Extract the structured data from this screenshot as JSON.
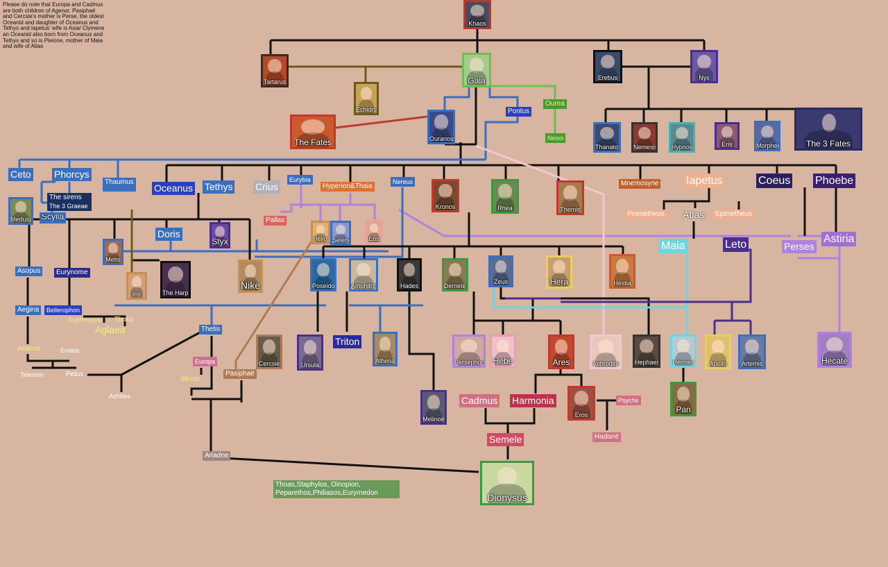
{
  "note": "Please do note that Europa and Cadmus are both children of Agenor. Pasiphaë and Cercsie’s mother is Perse, the oldest Oceanid and daughter of Oceanus and Tethys and Iapetus’ wife is Asia/ Clymene an Oceanid also born from Oceanus and Tethys and so is Pleione, mother of Maia and wife of Atlas",
  "portraits": {
    "khaos": "Khaos",
    "tartarus": "Tartarus",
    "gaia": "Gaia",
    "erebus": "Erebus",
    "nyx": "Nyx",
    "echidna": "Echidna",
    "the_fates": "The Fates",
    "ouranos": "Ouranos",
    "thanatos": "Thanatos",
    "nemesis": "Nemesis",
    "hypnos": "Hypnos",
    "eris": "Eris",
    "morpheus": "Morpheus",
    "the_3_fates": "The 3 Fates",
    "medusa": "Medusa",
    "scylla": "Scylla",
    "kronos": "Kronos",
    "rhea": "Rhea",
    "themis": "Themis",
    "styx": "Styx",
    "helios": "Helios",
    "selene": "Selene",
    "eos": "Eos",
    "metis": "Metis",
    "nike": "Nike",
    "the_harpies": "The Harpies",
    "iris": "Iris",
    "poseidon": "Poseidon",
    "amphitrite": "Amphitrite",
    "hades": "Hades",
    "demeter": "Demeter",
    "zeus": "Zeus",
    "hera": "Hera",
    "hestia": "Hestia",
    "cercsie": "Cercsie",
    "ursula": "Ursula",
    "athena": "Athena",
    "persephone": "Persephone",
    "hebe": "Hebe",
    "ares": "Ares",
    "aphrodite": "Aphrodite",
    "hephaestus": "Hephaestus",
    "hermes": "Hermes",
    "apollo": "Apollo",
    "artemis": "Artemis",
    "hecate": "Hecate",
    "pan": "Pan",
    "eros": "Eros",
    "melinoe": "Melinoë",
    "dionysus": "Dionysus"
  },
  "labels": {
    "pontus": "Pontus",
    "ourea": "Ourea",
    "nesoi": "Nesoi",
    "ceto": "Ceto",
    "phorcys": "Phorcys",
    "thaumus": "Thaumus",
    "the_sirens": "The sirens",
    "the_3_graeae": "The 3 Graeae",
    "oceanus": "Oceanus",
    "tethys": "Tethys",
    "crius": "Crius",
    "eurybia": "Eurybia",
    "hyperion_theia": "Hyperion&Thaia",
    "nereus": "Nereus",
    "mnemosyne": "Mnemosyne",
    "iapetus": "Iapetus",
    "coeus": "Coeus",
    "phoebe": "Phoebe",
    "pallas": "Pallas",
    "doris": "Doris",
    "prometheus": "Prometheus",
    "atlas": "Atlas",
    "epimetheus": "Epimetheus",
    "maia": "Maia",
    "leto": "Leto",
    "perses": "Perses",
    "astiria": "Astiria",
    "asopus": "Asopus",
    "eurynome": "Eurynome",
    "aegina": "Aegina",
    "bellerophon": "Bellerophon",
    "euphrosyne": "Euphrosyne",
    "thalia": "Thalia",
    "aglaea": "Aglaea",
    "aeacus": "Aeacus",
    "endeis": "Endeis",
    "telemon": "Telemon",
    "pelus": "Pelus",
    "thetis": "Thetis",
    "triton": "Triton",
    "europa": "Europa",
    "minos": "Minos",
    "pasiphae": "Pasiphaë",
    "achilles": "Achilles",
    "cadmus": "Cadmus",
    "harmonia": "Harmonia",
    "semele": "Semele",
    "psyche": "Psyche",
    "hadone": "Hadonë",
    "ariadne": "Ariadne",
    "children": "Thoas,Staphylos, Oinopion, Peparethos,Philiasos,Eurymedon"
  }
}
